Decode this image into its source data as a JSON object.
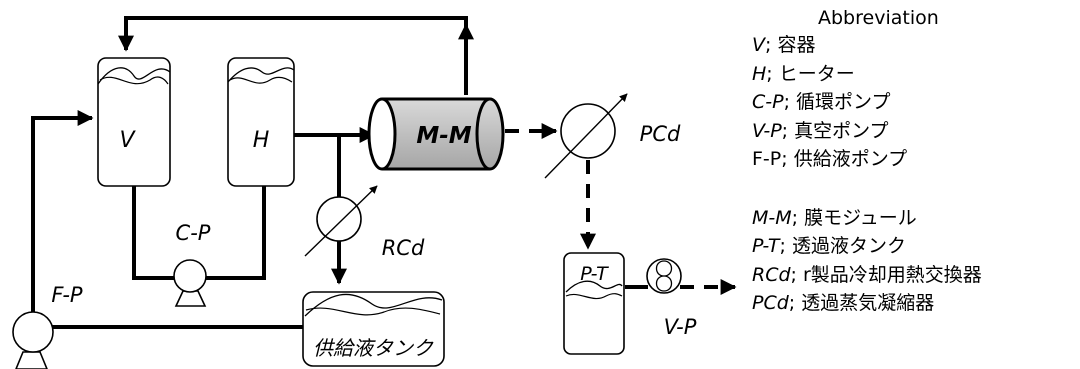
{
  "diagram": {
    "labels": {
      "vessel": "V",
      "heater": "H",
      "membrane_module": "M-M",
      "circulation_pump": "C-P",
      "feed_pump": "F-P",
      "vacuum_pump": "V-P",
      "permeate_tank": "P-T",
      "product_condenser": "RCd",
      "permeate_condenser": "PCd",
      "feed_tank": "供給液タンク"
    }
  },
  "legend": {
    "title": "Abbreviation",
    "items": [
      {
        "key": "V",
        "text": "; 容器"
      },
      {
        "key": "H",
        "text": "; ヒーター"
      },
      {
        "key": "C-P",
        "text": "; 循環ポンプ"
      },
      {
        "key": "V-P",
        "text": "; 真空ポンプ"
      },
      {
        "key": "F-P",
        "text": "; 供給液ポンプ"
      },
      {
        "key": "M-M",
        "text": "; 膜モジュール"
      },
      {
        "key": "P-T",
        "text": "; 透過液タンク"
      },
      {
        "key": "RCd",
        "text": "; r製品冷却用熱交換器"
      },
      {
        "key": "PCd",
        "text": "; 透過蒸気凝縮器"
      }
    ]
  }
}
